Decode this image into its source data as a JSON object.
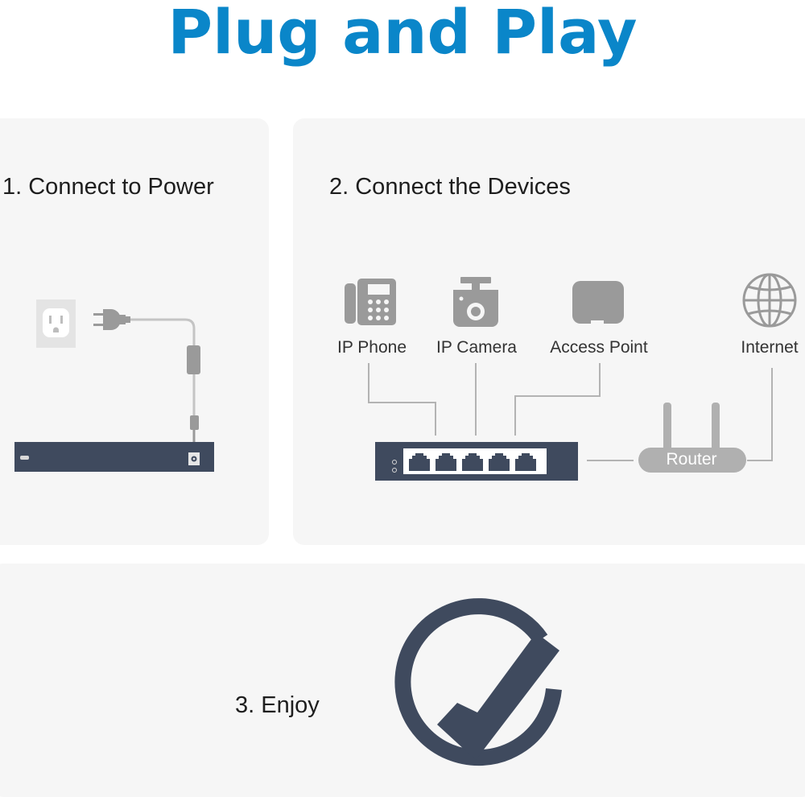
{
  "title": "Plug and Play",
  "steps": {
    "power": "1. Connect to Power",
    "devices": "2. Connect the Devices",
    "enjoy": "3. Enjoy"
  },
  "devices": {
    "ip_phone": "IP Phone",
    "ip_camera": "IP Camera",
    "access_point": "Access Point",
    "internet": "Internet",
    "router": "Router"
  },
  "colors": {
    "title": "#0a86c9",
    "switch": "#3f4a5e",
    "device_icon": "#9a9a9a",
    "panel": "#f6f6f6",
    "line": "#b3b3b3"
  }
}
